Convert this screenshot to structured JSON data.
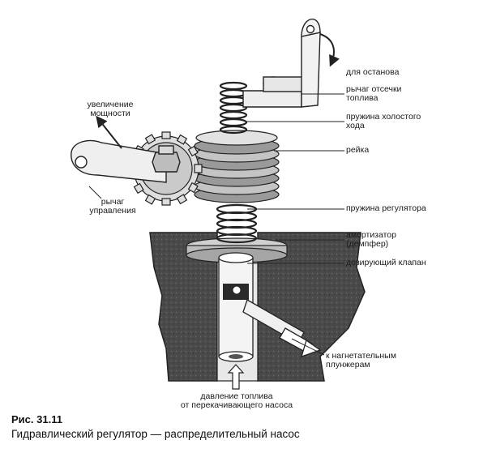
{
  "figure": {
    "number": "Рис. 31.11",
    "title": "Гидравлический регулятор — распределительный насос"
  },
  "labels": {
    "stop": "для останова",
    "cutoff_lever": [
      "рычаг отсечки",
      "топлива"
    ],
    "idle_spring": [
      "пружина холостого",
      "хода"
    ],
    "rack": "рейка",
    "governor_spring": "пружина регулятора",
    "damper": [
      "амортизатор",
      "(демпфер)"
    ],
    "metering_valve": "дозирующий клапан",
    "to_plungers": [
      "к нагнетательным",
      "плунжерам"
    ],
    "fuel_pressure": [
      "давление топлива",
      "от перекачивающего насоса"
    ],
    "power_increase": [
      "увеличение",
      "мощности"
    ],
    "control_lever": [
      "рычаг",
      "управления"
    ]
  }
}
